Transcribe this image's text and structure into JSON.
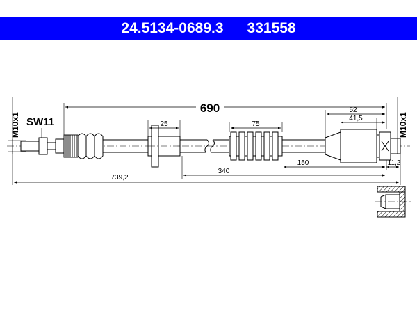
{
  "header": {
    "part_number": "24.5134-0689.3",
    "ref_number": "331558",
    "background": "#0000ff",
    "text_color": "#ffffff"
  },
  "labels": {
    "thread_left": "M10x1",
    "wrench_size": "SW11",
    "thread_right": "M10x1"
  },
  "dimensions": {
    "hose_length": "690",
    "overall_length": "739,2",
    "clip_width": "25",
    "sleeve_length": "75",
    "clip_position": "340",
    "sleeve_position": "150",
    "fitting_length": "52",
    "fitting_inner": "41,5",
    "end_length": "11,2"
  }
}
